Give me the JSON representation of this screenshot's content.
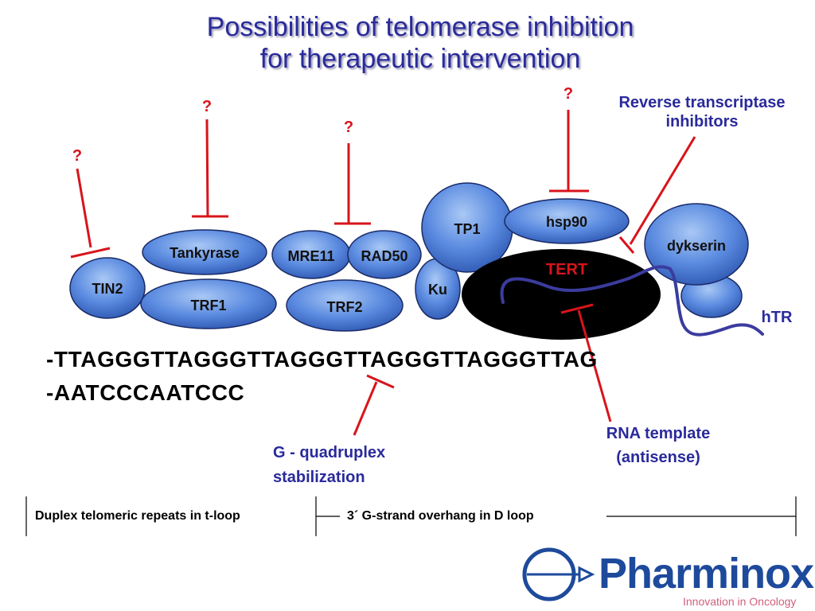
{
  "title": {
    "line1": "Possibilities of telomerase inhibition",
    "line2": "for therapeutic intervention"
  },
  "proteins": {
    "tin2": "TIN2",
    "tankyrase": "Tankyrase",
    "trf1": "TRF1",
    "mre11": "MRE11",
    "rad50": "RAD50",
    "trf2": "TRF2",
    "ku": "Ku",
    "tp1": "TP1",
    "hsp90": "hsp90",
    "tert": "TERT",
    "dykserin": "dykserin",
    "htr": "hTR"
  },
  "question_mark": "?",
  "annotations": {
    "rt_line1": "Reverse transcriptase",
    "rt_line2": "inhibitors",
    "rna_line1": "RNA template",
    "rna_line2": "(antisense)",
    "gq_line1": "G - quadruplex",
    "gq_line2": "stabilization"
  },
  "sequence": {
    "top": "-TTAGGGTTAGGGTTAGGGTTAGGGTTAGGGTTAG",
    "bottom": "-AATCCCAATCCC"
  },
  "footer": {
    "duplex": "Duplex telomeric repeats in t-loop",
    "overhang": "3´ G-strand overhang in D loop"
  },
  "logo": {
    "name": "Pharminox",
    "tagline": "Innovation in Oncology"
  },
  "colors": {
    "inhibitor_red": "#d8141b",
    "annotation_blue": "#2a2a9c",
    "protein_blue": "#4a7fd6",
    "tert_black": "#000000",
    "logo_blue": "#1e4a9c"
  }
}
